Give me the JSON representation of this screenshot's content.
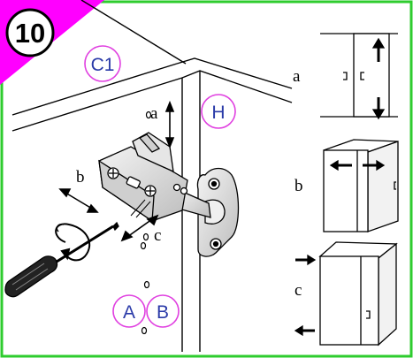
{
  "step": {
    "number": "10"
  },
  "panel_labels": {
    "cabinet": "C1",
    "hinge_holes_a": "A",
    "hinge_holes_b": "B",
    "hinge": "H"
  },
  "adjustment_labels": {
    "height": "a",
    "depth": "b",
    "side": "c"
  },
  "detail_labels": {
    "a": "a",
    "b": "b",
    "c": "c"
  },
  "colors": {
    "frame_border": "#2ecc2e",
    "step_corner": "#ff00ff",
    "callout_ring": "#e040e0",
    "callout_text": "#2a3aa8",
    "line": "#000000",
    "steel": "#d9d9d9",
    "handle": "#222222"
  },
  "icons": [
    "screwdriver-icon",
    "rotate-arrow-icon",
    "hinge-icon",
    "mounting-plate-icon",
    "door-icon",
    "arrow-up-icon",
    "arrow-down-icon",
    "arrow-left-icon",
    "arrow-right-icon"
  ]
}
